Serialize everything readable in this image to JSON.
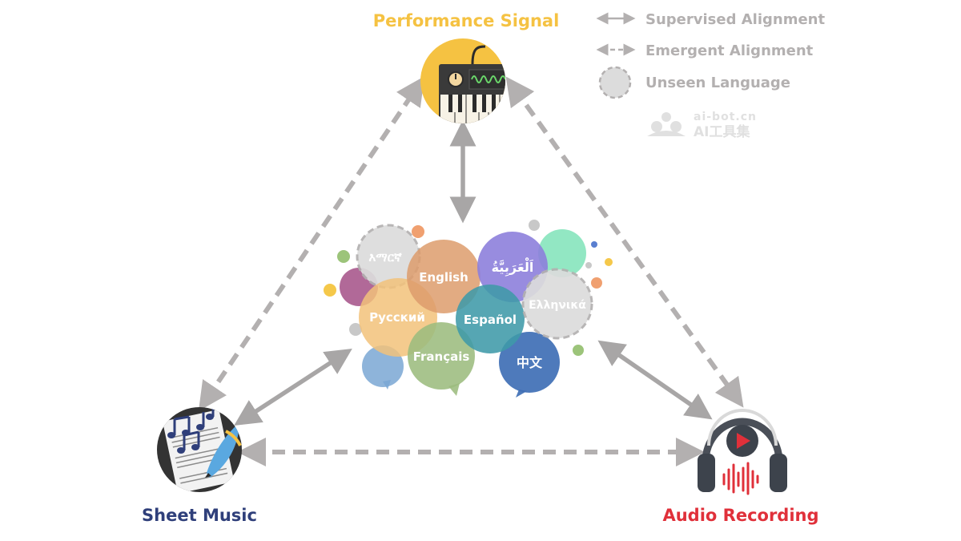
{
  "nodes": {
    "performance": {
      "label": "Performance Signal",
      "color": "#f5c242"
    },
    "sheet": {
      "label": "Sheet Music",
      "color": "#2f3f7a"
    },
    "audio": {
      "label": "Audio Recording",
      "color": "#e0303a"
    }
  },
  "legend": {
    "supervised": "Supervised Alignment",
    "emergent": "Emergent Alignment",
    "unseen": "Unseen Language"
  },
  "watermark": {
    "domain": "ai-bot.cn",
    "brand": "AI工具集"
  },
  "languages": [
    {
      "text": "እማርኛ",
      "color": "#dcdcdc",
      "unseen": true
    },
    {
      "text": "English",
      "color": "#dd9c6c",
      "unseen": false
    },
    {
      "text": "اَلْعَرَبِيَّةُ",
      "color": "#8d7fdc",
      "unseen": false
    },
    {
      "text": "Ελληνικά",
      "color": "#dcdcdc",
      "unseen": true
    },
    {
      "text": "Русский",
      "color": "#f2c27a",
      "unseen": false
    },
    {
      "text": "Español",
      "color": "#3f9aa8",
      "unseen": false
    },
    {
      "text": "Français",
      "color": "#9cbc7e",
      "unseen": false
    },
    {
      "text": "中文",
      "color": "#3f6fb5",
      "unseen": false
    }
  ],
  "colors": {
    "arrow": "#b3b0b0",
    "legend_text": "#b3b0b0"
  }
}
